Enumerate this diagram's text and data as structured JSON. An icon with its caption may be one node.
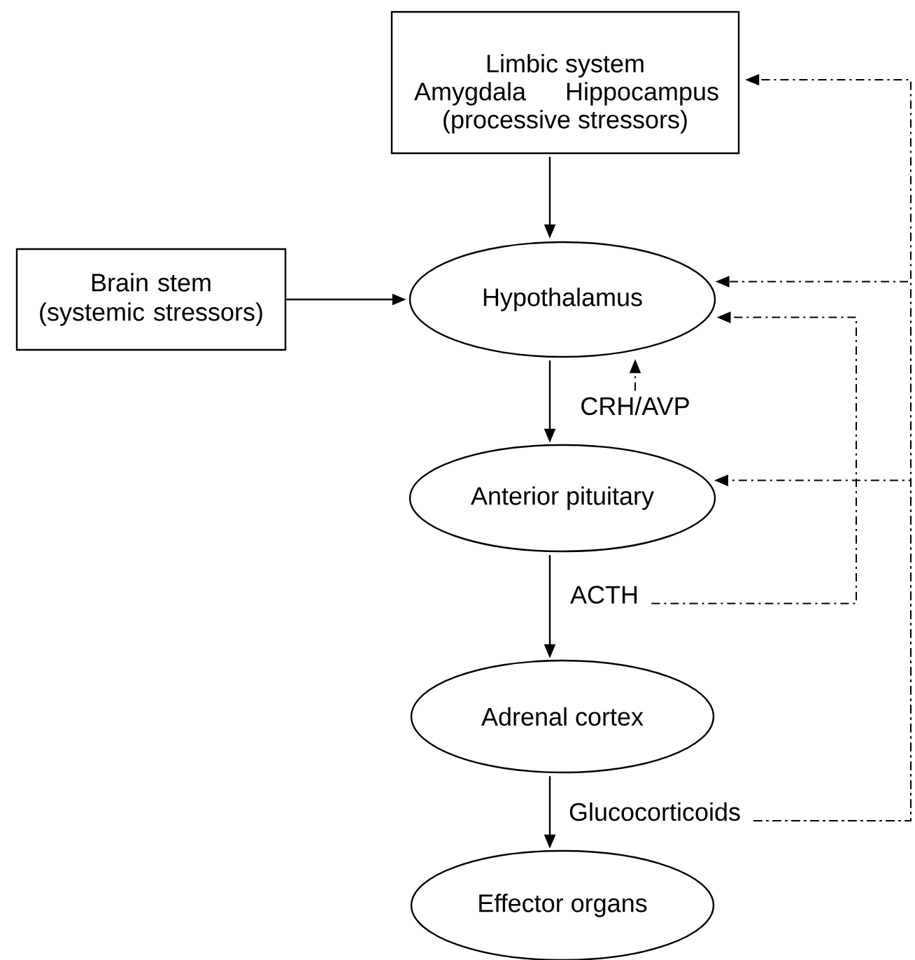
{
  "diagram": {
    "nodes": [
      {
        "text": [
          "Limbic system",
          "Amygdala",
          "Hippocampus",
          "(processive stressors)"
        ]
      },
      {
        "text": [
          "Brain stem (systemic stressors)"
        ]
      },
      {
        "text": [
          "Hypothalamus"
        ]
      },
      {
        "text": [
          "Anterior pituitary"
        ]
      },
      {
        "text": [
          "Adrenal cortex"
        ]
      },
      {
        "text": [
          "Effector organs"
        ]
      },
      {
        "text": [
          "ACTH"
        ]
      },
      {
        "text": [
          "Glucocorticoids"
        ]
      },
      {
        "text": [
          "CRH/AVP"
        ]
      }
    ],
    "edges": [
      {
        "from": 0,
        "to": 2,
        "arrow": "to"
      },
      {
        "from": 1,
        "to": 2,
        "arrow": "to"
      },
      {
        "from": 2,
        "to": 3,
        "arrow": "to"
      },
      {
        "from": 3,
        "to": 4,
        "arrow": "to"
      },
      {
        "from": 4,
        "to": 5,
        "arrow": "to"
      },
      {
        "from": 8,
        "to": 2,
        "arrow": "to",
        "style": "dashed"
      },
      {
        "from": 6,
        "to": 2,
        "arrow": "to",
        "style": "dashed"
      },
      {
        "from": 7,
        "to": 0,
        "arrow": "to",
        "style": "dashed"
      },
      {
        "from": 7,
        "to": 2,
        "arrow": "to",
        "style": "dashed"
      },
      {
        "from": 7,
        "to": 3,
        "arrow": "to",
        "style": "dashed"
      }
    ]
  }
}
